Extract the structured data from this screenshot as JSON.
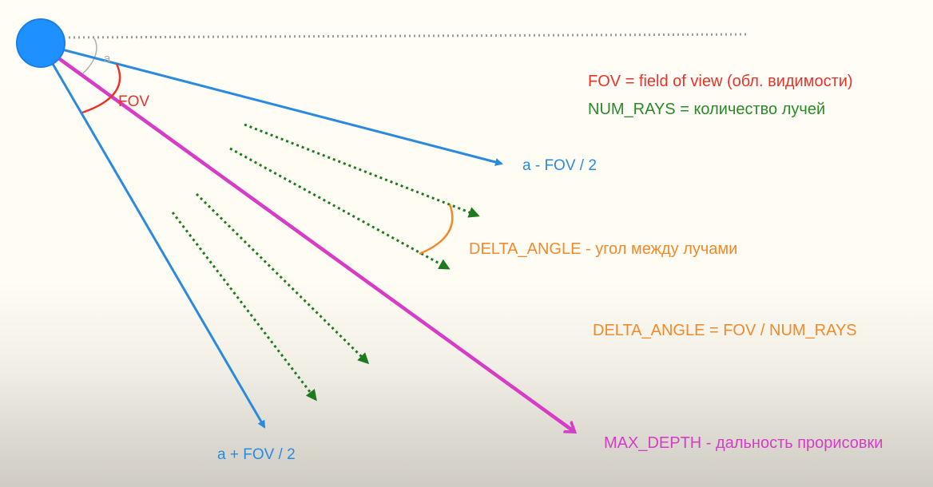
{
  "labels": {
    "fov_def": "FOV = field of view (обл. видимости)",
    "num_rays_def": "NUM_RAYS = количество лучей",
    "ray_left": "a - FOV / 2",
    "delta_angle_def": "DELTA_ANGLE - угол между лучами",
    "delta_formula": "DELTA_ANGLE = FOV / NUM_RAYS",
    "ray_right": "a + FOV / 2",
    "max_depth_def": "MAX_DEPTH - дальность прорисовки",
    "fov_arc": "FOV",
    "angle_a": "a"
  },
  "colors": {
    "player": "#1e90ff",
    "fov": "#e8332b",
    "num_rays": "#2a8a2a",
    "edge_rays": "#2a8ae0",
    "delta_angle": "#f08a2c",
    "max_depth": "#d63cc6",
    "reference_line": "#9a9a9a"
  }
}
